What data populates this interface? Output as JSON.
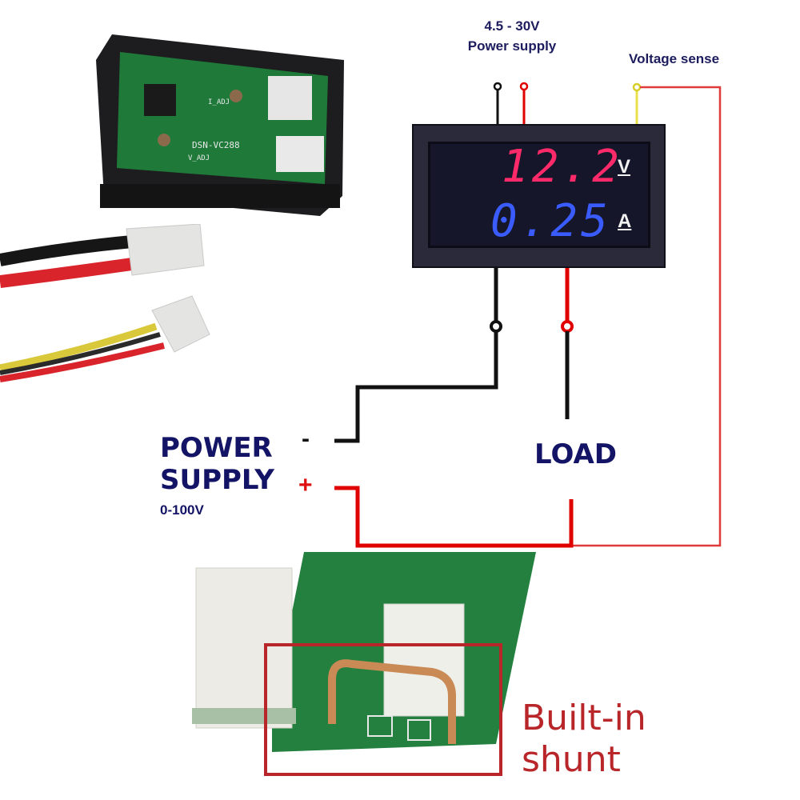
{
  "diagram": {
    "meter_supply_label": [
      "4.5 - 30V",
      "Power supply"
    ],
    "voltage_sense_label": "Voltage sense",
    "meter_display": {
      "voltage_reading": "12.2",
      "voltage_unit": "V",
      "current_reading": "0.25",
      "current_unit": "A",
      "voltage_color": "#ff2a6a",
      "current_color": "#3a5cff"
    },
    "power_supply_label": [
      "POWER",
      "SUPPLY"
    ],
    "power_supply_range": "0-100V",
    "negative_terminal": "-",
    "positive_terminal": "+",
    "load_label": "LOAD",
    "shunt_label": [
      "Built-in",
      "shunt"
    ],
    "module_silkscreen": "DSN-VC288",
    "module_adjust_labels": [
      "I_ADJ",
      "V_ADJ"
    ],
    "wire_colors": {
      "negative": "#111111",
      "positive": "#e00000",
      "sense": "#e03a3a",
      "sense_terminal": "#e8e04a"
    }
  }
}
